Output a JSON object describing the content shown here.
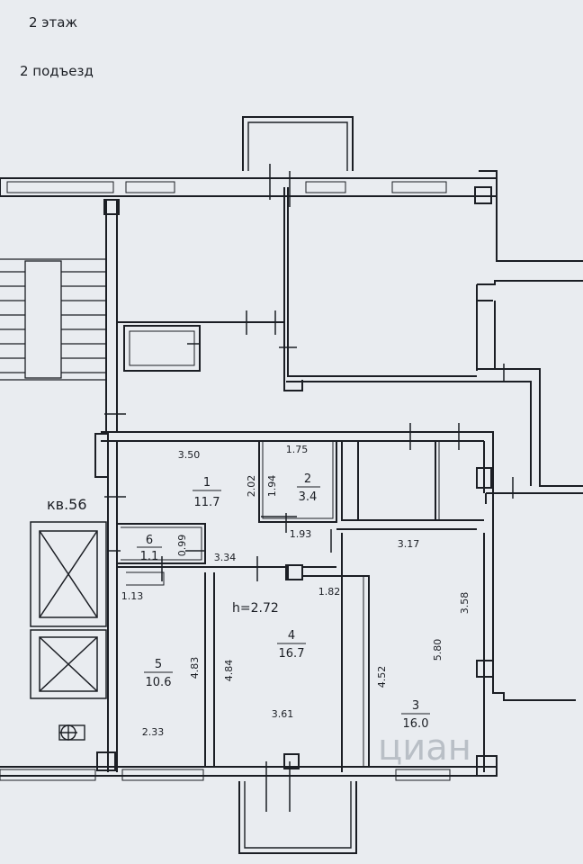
{
  "header": {
    "floor": "2 этаж",
    "entrance": "2 подъезд"
  },
  "apartment_label": "кв.56",
  "ceiling_height": "h=2.72",
  "rooms": [
    {
      "number": "1",
      "area": "11.7"
    },
    {
      "number": "2",
      "area": "3.4"
    },
    {
      "number": "3",
      "area": "16.0"
    },
    {
      "number": "4",
      "area": "16.7"
    },
    {
      "number": "5",
      "area": "10.6"
    },
    {
      "number": "6",
      "area": "1.1"
    }
  ],
  "dimensions": {
    "room1_width": "3.50",
    "room1_height": "2.02",
    "room2_width": "1.75",
    "room2_height": "1.94",
    "room2_bottom": "1.93",
    "room3_width": "3.17",
    "room3_right": "3.58",
    "room3_height": "5.80",
    "room4_top": "1.82",
    "room4_width": "3.61",
    "room4_left": "4.84",
    "room4_right": "4.52",
    "room5_width": "2.33",
    "room5_height": "4.83",
    "room5_top": "1.13",
    "room6_height": "0.99",
    "corridor": "3.34"
  },
  "watermark": "циан",
  "colors": {
    "background": "#e9ecf0",
    "line": "#1b1e24"
  }
}
